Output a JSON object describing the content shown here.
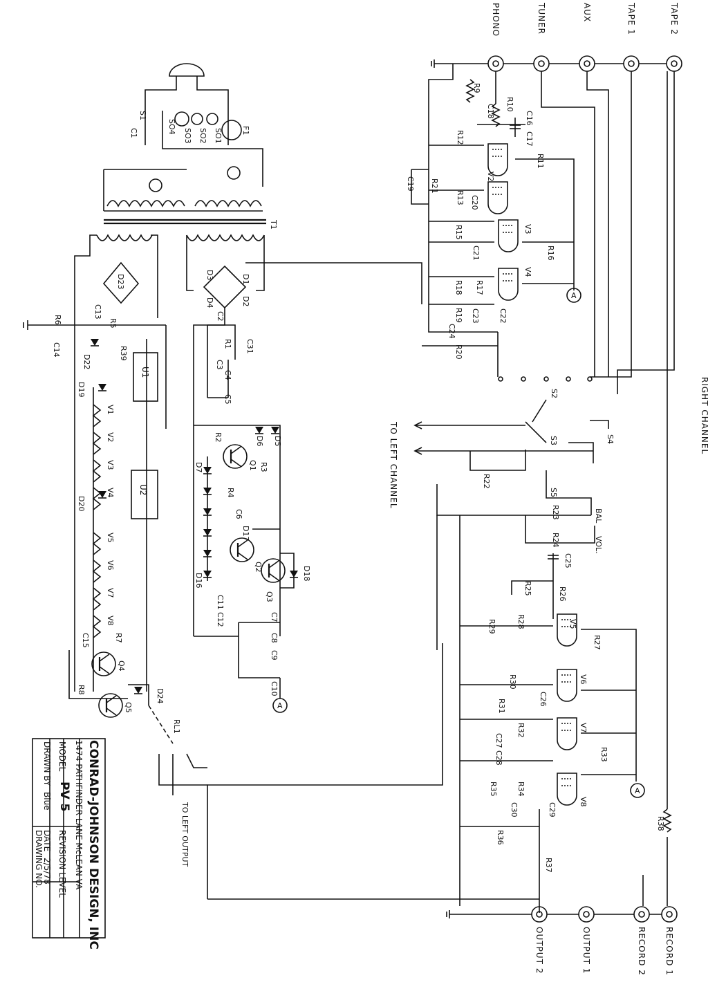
{
  "inputs": [
    "PHONO",
    "TUNER",
    "AUX",
    "TAPE 1",
    "TAPE 2"
  ],
  "outputs": [
    "OUTPUT 2",
    "OUTPUT 1",
    "RECORD 2",
    "RECORD 1"
  ],
  "side_labels": {
    "right_channel": "RIGHT CHANNEL",
    "to_left_channel": "TO LEFT CHANNEL",
    "to_left_output": "TO LEFT OUTPUT"
  },
  "controls": {
    "bal": "BAL",
    "vol": "VOL."
  },
  "title_block": {
    "company": "CONRAD-JOHNSON DESIGN, INC",
    "address": "1474 PATHFINDER LANE  McLEAN  VA",
    "model_label": "MODEL",
    "model": "PV 5",
    "revision_label": "REVISION LEVEL",
    "drawn_label": "DRAWN BY",
    "drawn": "Blue",
    "date_label": "DATE",
    "date": "2/5/78",
    "drawing_no_label": "DRAWING NO."
  },
  "components": {
    "transformer": "T1",
    "switches": [
      "S1",
      "S2",
      "S3",
      "S4",
      "S5"
    ],
    "sockets": [
      "SO1",
      "SO2",
      "SO3",
      "SO4"
    ],
    "fuse": "F1",
    "relay": "RL1",
    "regulators": [
      "U1",
      "U2"
    ],
    "transistors": [
      "Q1",
      "Q2",
      "Q3",
      "Q4",
      "Q5"
    ],
    "tubes_signal": [
      "V2",
      "V3",
      "V4",
      "V5",
      "V6",
      "V7",
      "V8"
    ],
    "heaters": [
      "V1",
      "V2",
      "V3",
      "V4",
      "V5",
      "V6",
      "V7",
      "V8"
    ],
    "rectifier_diodes": [
      "D1",
      "D2",
      "D3",
      "D4"
    ],
    "bridge": "D23",
    "diodes": [
      "D5",
      "D6",
      "D7",
      "D16",
      "D17",
      "D18",
      "D19",
      "D20",
      "D22",
      "D24"
    ],
    "resistors_psu": [
      "R1",
      "R2",
      "R3",
      "R4",
      "R5",
      "R6",
      "R7",
      "R8",
      "R39"
    ],
    "resistors_phono": [
      "R9",
      "R10",
      "R11",
      "R12",
      "R13",
      "R15",
      "R16",
      "R17",
      "R18",
      "R19",
      "R20",
      "R21"
    ],
    "resistors_line": [
      "R22",
      "R23",
      "R24",
      "R25",
      "R26",
      "R27",
      "R28",
      "R29",
      "R30",
      "R31",
      "R32",
      "R33",
      "R34",
      "R35",
      "R36",
      "R37",
      "R38"
    ],
    "capacitors_psu": [
      "C1",
      "C2",
      "C3",
      "C4",
      "C5",
      "C6",
      "C7",
      "C8",
      "C9",
      "C10",
      "C11",
      "C12",
      "C13",
      "C14",
      "C15",
      "C31"
    ],
    "capacitors_signal": [
      "C16",
      "C17",
      "C18",
      "C19",
      "C20",
      "C21",
      "C22",
      "C23",
      "C24",
      "C25",
      "C26",
      "C27",
      "C28",
      "C29",
      "C30"
    ],
    "node": "A"
  }
}
